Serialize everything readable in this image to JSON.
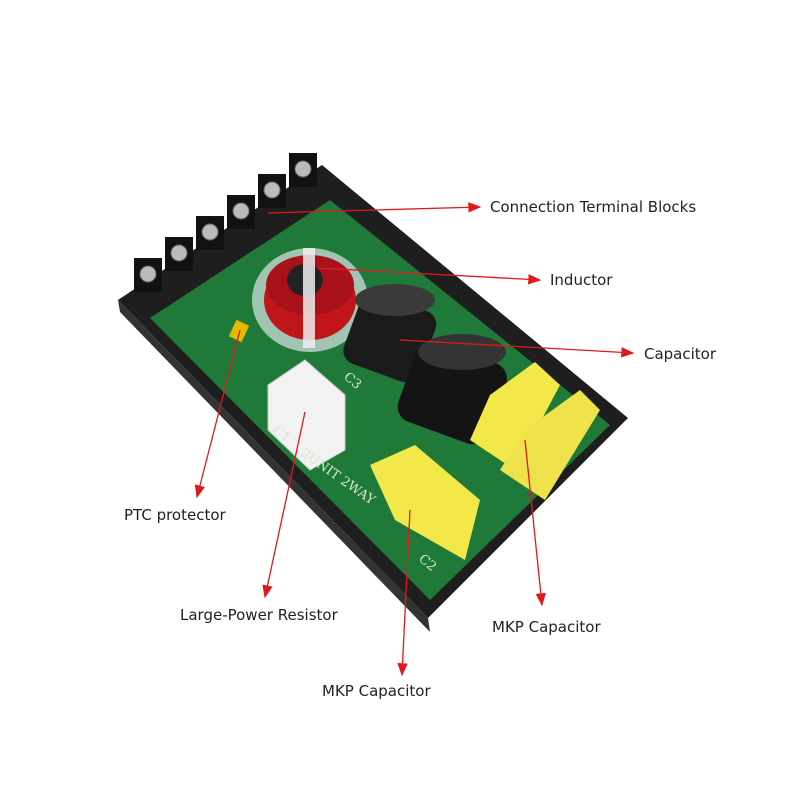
{
  "colors": {
    "arrow": "#e0191b",
    "housing": "#1e1e1e",
    "pcb": "#1f7a3a",
    "inductor": "#c0161b",
    "mkp": "#f3e84a",
    "resistor": "#f2f2f2"
  },
  "board_markings": {
    "c1": "C1",
    "c2": "C2",
    "c3": "C3",
    "model": "2UNIT 2WAY"
  },
  "labels": [
    {
      "text": "Connection Terminal Blocks"
    },
    {
      "text": "Inductor"
    },
    {
      "text": "Capacitor"
    },
    {
      "text": "PTC protector"
    },
    {
      "text": "Large-Power Resistor"
    },
    {
      "text": "MKP Capacitor"
    },
    {
      "text": "MKP Capacitor"
    }
  ]
}
